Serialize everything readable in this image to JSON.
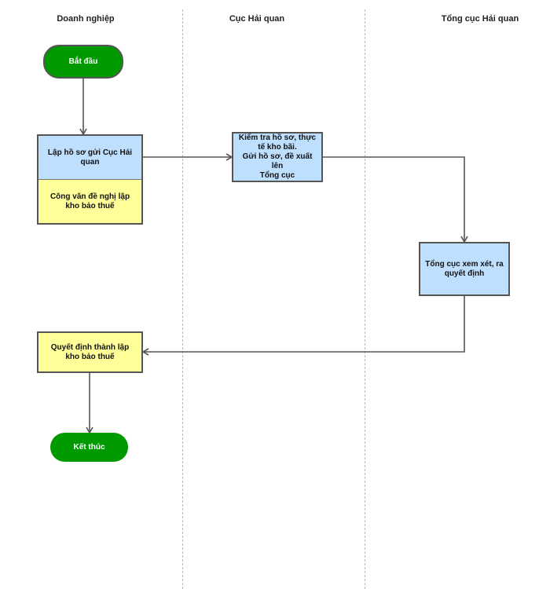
{
  "lanes": [
    "Doanh nghiệp",
    "Cục Hải quan",
    "Tổng cục Hải quan"
  ],
  "nodes": {
    "start": "Bắt đầu",
    "prepare_dossier": "Lập hồ sơ gửi Cục Hải quan",
    "request_letter": "Công văn đề nghị lập kho bảo thuế",
    "inspect": "Kiểm tra hồ sơ, thực\ntế kho bãi.\nGửi hồ sơ, đề xuất lên\nTổng cục",
    "review": "Tổng cục xem xét, ra quyết định",
    "decision": "Quyết định thành lập kho bảo thuế",
    "end": "Kết thúc"
  },
  "colors": {
    "terminal": "#009900",
    "process": "#bfdfff",
    "document": "#ffff99",
    "connector": "#555555"
  }
}
